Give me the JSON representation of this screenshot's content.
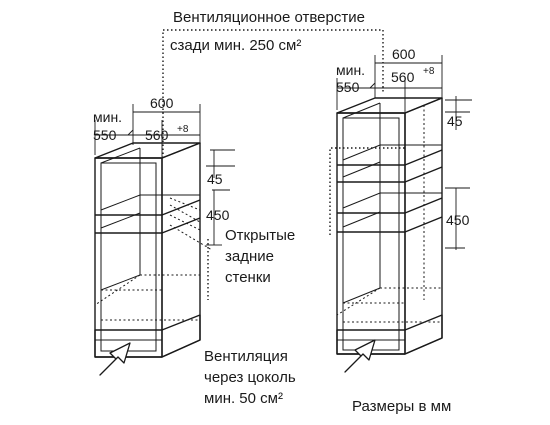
{
  "labels": {
    "vent_top_line1": "Вентиляционное отверстие",
    "vent_top_line2": "сзади мин. 250 см²",
    "open_back_line1": "Открытые",
    "open_back_line2": "задние",
    "open_back_line3": "стенки",
    "plinth_line1": "Вентиляция",
    "plinth_line2": "через цоколь",
    "plinth_line3": "мин. 50 см²",
    "units_note": "Размеры в мм"
  },
  "left_cabinet": {
    "min_label": "мин.",
    "depth_min": "550",
    "depth_total": "600",
    "depth_niche": "560",
    "depth_niche_tol": "+8",
    "top_gap": "45",
    "niche_height": "450"
  },
  "right_cabinet": {
    "min_label": "мин.",
    "depth_min": "550",
    "depth_total": "600",
    "depth_niche": "560",
    "depth_niche_tol": "+8",
    "top_gap": "45",
    "niche_height": "450"
  }
}
